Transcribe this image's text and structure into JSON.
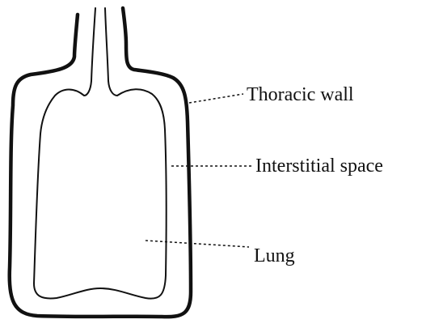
{
  "labels": {
    "thoracic_wall": "Thoracic wall",
    "interstitial_space": "Interstitial space",
    "lung": "Lung"
  },
  "colors": {
    "ink": "#111111",
    "background": "#ffffff"
  }
}
